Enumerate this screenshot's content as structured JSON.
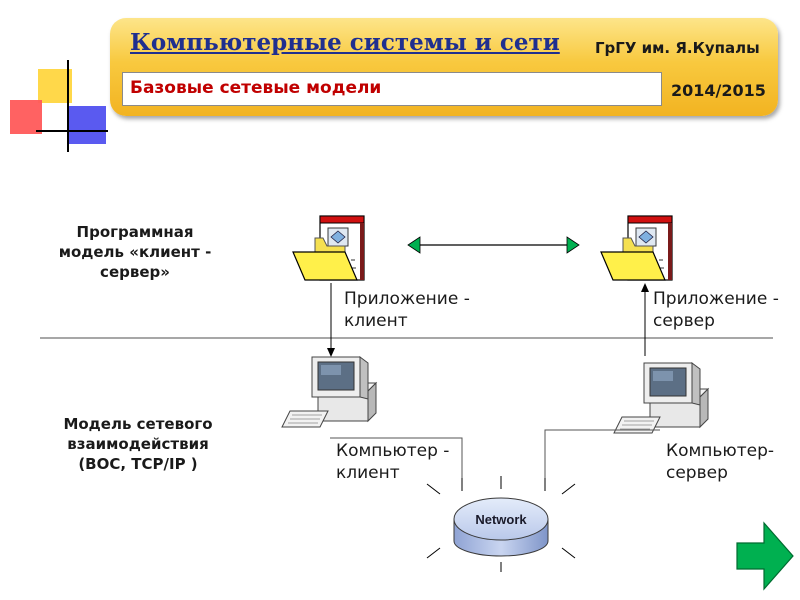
{
  "header": {
    "course_title": "Компьютерные системы и сети",
    "university": "ГрГУ им. Я.Купалы",
    "topic": "Базовые сетевые модели",
    "year": "2014/2015"
  },
  "layers": {
    "software_model": [
      "Программная",
      "модель «клиент -",
      "сервер»"
    ],
    "network_model": [
      "Модель сетевого",
      "взаимодействия",
      "(ВОС, TCP/IP )"
    ]
  },
  "nodes": {
    "app_client": [
      "Приложение -",
      "клиент"
    ],
    "app_server": [
      "Приложение -",
      "сервер"
    ],
    "pc_client": [
      "Компьютер -",
      "клиент"
    ],
    "pc_server": [
      "Компьютер-",
      "сервер"
    ],
    "network": "Network"
  },
  "icons": [
    "app-folder-icon",
    "computer-icon",
    "network-cylinder-icon",
    "next-arrow-icon"
  ],
  "colors": {
    "accent_title": "#1f2f8f",
    "topic_red": "#c00000",
    "banner_gold": "#f8c93f",
    "arrow_green": "#00b050"
  }
}
